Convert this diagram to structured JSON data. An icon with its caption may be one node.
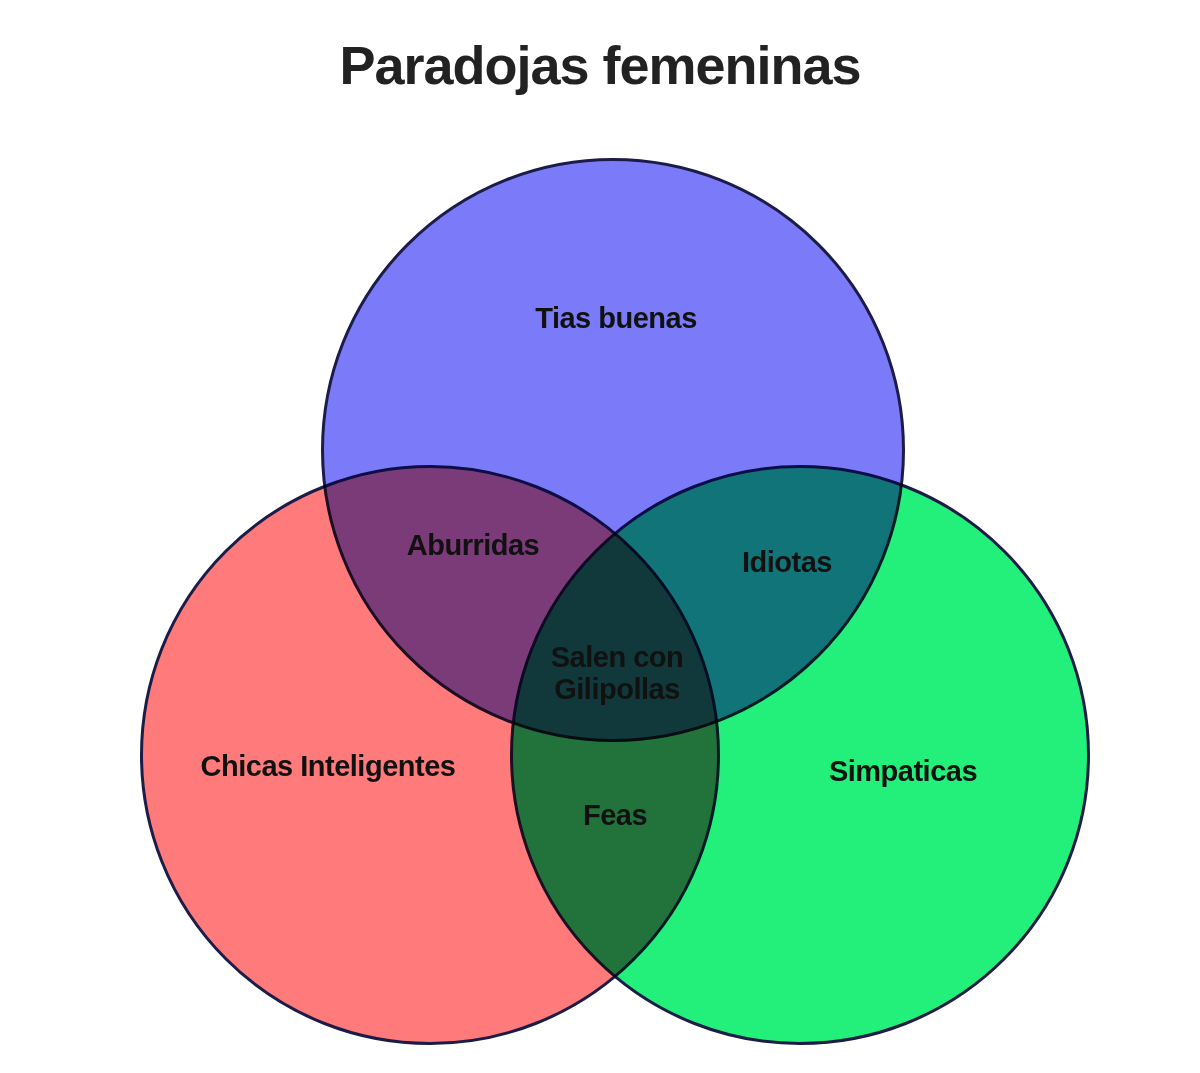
{
  "diagram": {
    "title": "Paradojas femeninas",
    "nodes": [
      {
        "text": [
          "Tias buenas"
        ]
      },
      {
        "text": [
          "Chicas Inteligentes"
        ]
      },
      {
        "text": [
          "Simpaticas"
        ]
      }
    ],
    "edges": [],
    "labels": [
      "Aburridas",
      "Idiotas",
      "Salen con Gilipollas",
      "Feas"
    ]
  }
}
